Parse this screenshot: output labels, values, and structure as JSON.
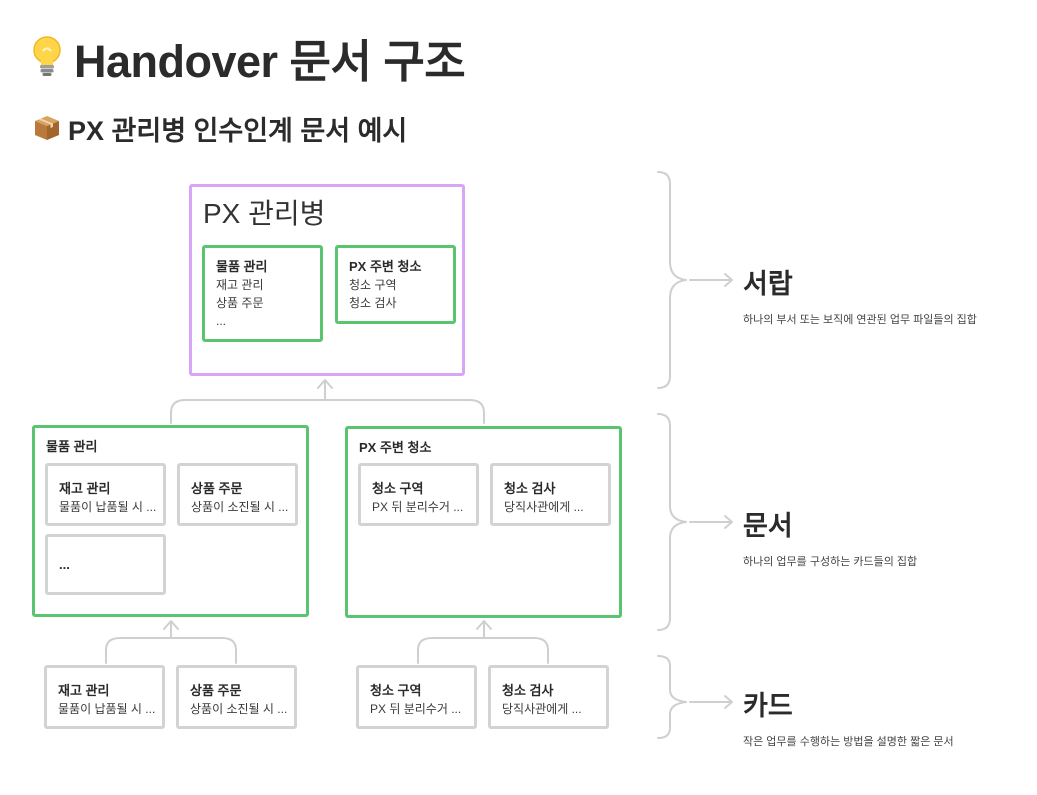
{
  "title": {
    "icon": "lightbulb-icon",
    "text": "Handover 문서 구조"
  },
  "subtitle": {
    "icon": "package-icon",
    "text": "PX 관리병 인수인계 문서 예시"
  },
  "drawer": {
    "title": "PX 관리병",
    "documents": [
      {
        "title": "물품 관리",
        "lines": [
          "재고 관리",
          "상품 주문",
          "..."
        ]
      },
      {
        "title": "PX 주변 청소",
        "lines": [
          "청소 구역",
          "청소 검사"
        ]
      }
    ]
  },
  "documents": [
    {
      "title": "물품 관리",
      "cards": [
        {
          "title": "재고 관리",
          "text": "물품이 납품될 시 ..."
        },
        {
          "title": "상품 주문",
          "text": "상품이 소진될 시 ..."
        },
        {
          "title": "...",
          "text": ""
        }
      ]
    },
    {
      "title": "PX 주변 청소",
      "cards": [
        {
          "title": "청소 구역",
          "text": "PX 뒤 분리수거 ..."
        },
        {
          "title": "청소 검사",
          "text": "당직사관에게 ..."
        }
      ]
    }
  ],
  "cards": [
    {
      "title": "재고 관리",
      "text": "물품이 납품될 시 ..."
    },
    {
      "title": "상품 주문",
      "text": "상품이 소진될 시 ..."
    },
    {
      "title": "청소 구역",
      "text": "PX 뒤 분리수거 ..."
    },
    {
      "title": "청소 검사",
      "text": "당직사관에게 ..."
    }
  ],
  "levels": [
    {
      "title": "서랍",
      "desc": "하나의 부서 또는 보직에 연관된 업무 파일들의 집합"
    },
    {
      "title": "문서",
      "desc": "하나의 업무를 구성하는 카드들의 집합"
    },
    {
      "title": "카드",
      "desc": "작은 업무를 수행하는 방법을 설명한 짧은 문서"
    }
  ],
  "colors": {
    "drawer_border": "#d7a6f4",
    "document_border": "#5bc46f",
    "card_border": "#d3d3d3",
    "connector": "#cfcfcf"
  }
}
